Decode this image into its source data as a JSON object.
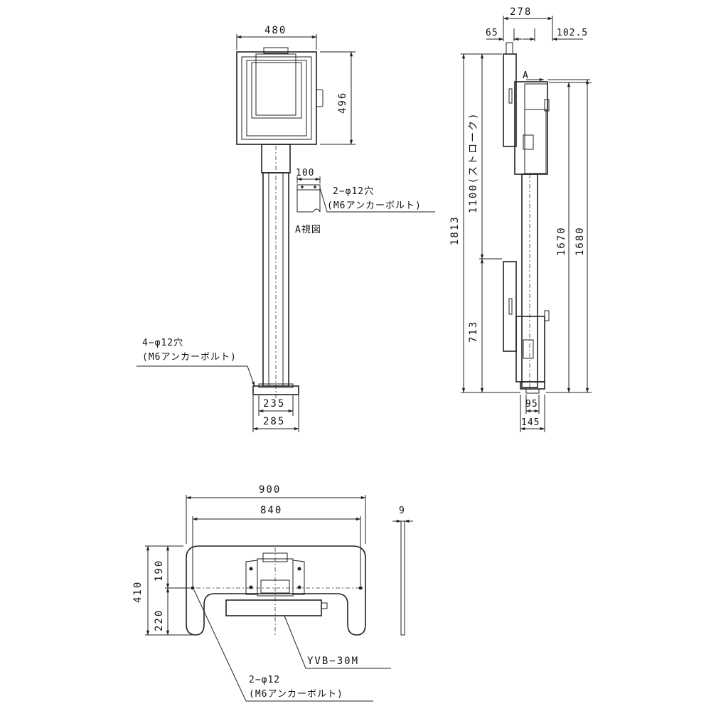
{
  "front_view": {
    "dim_width": "480",
    "dim_height": "496",
    "dim_base_inner": "235",
    "dim_base_outer": "285",
    "callout_base_holes": "4−φ12穴",
    "callout_base_anchor": "(M6アンカーボルト)"
  },
  "detail_a": {
    "dim_width": "100",
    "callout_holes": "2−φ12穴",
    "callout_anchor": "(M6アンカーボルト)",
    "label": "A視図"
  },
  "side_view": {
    "dim_depth": "278",
    "dim_left": "65",
    "dim_right": "102.5",
    "dim_total_height": "1813",
    "dim_stroke": "1100(ストローク)",
    "dim_lower": "713",
    "dim_height_1670": "1670",
    "dim_height_1680": "1680",
    "dim_base_inner": "95",
    "dim_base_outer": "145",
    "arrow_label": "A"
  },
  "plan_view": {
    "dim_width": "900",
    "dim_inner_width": "840",
    "dim_thickness": "9",
    "dim_depth": "410",
    "dim_upper": "190",
    "dim_lower": "220",
    "model_label": "YVB−30M",
    "callout_holes": "2−φ12",
    "callout_anchor": "(M6アンカーボルト)"
  },
  "icons": [
    "dimension-arrow-icon",
    "anchor-hole-icon"
  ]
}
